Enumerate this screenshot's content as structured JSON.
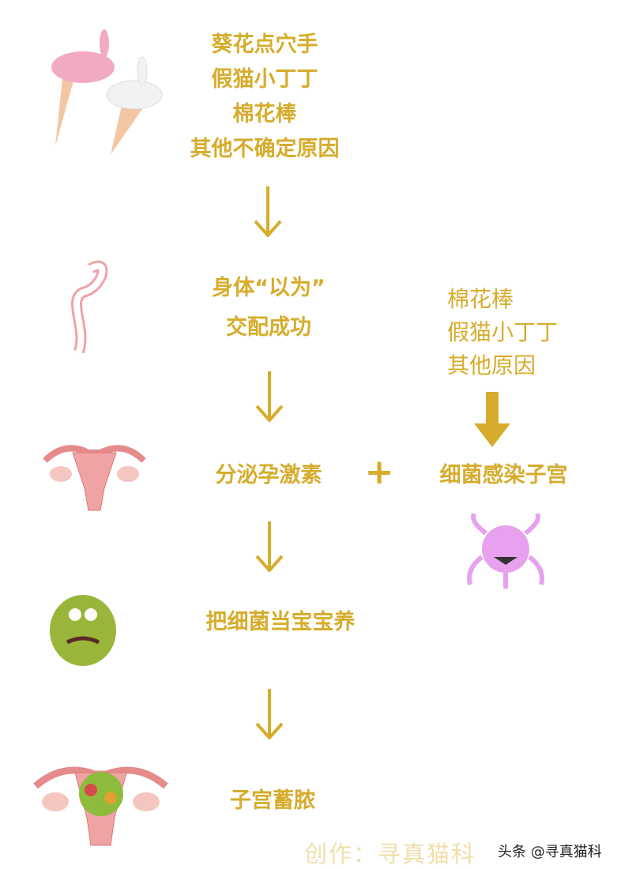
{
  "causes": [
    "葵花点穴手",
    "假猫小丁丁",
    "棉花棒",
    "其他不确定原因"
  ],
  "step2": [
    "身体“以为”",
    "交配成功"
  ],
  "side_causes": [
    "棉花棒",
    "假猫小丁丁",
    "其他原因"
  ],
  "step3": "分泌孕激素",
  "plus": "+",
  "infection": "细菌感染子宫",
  "step4": "把细菌当宝宝养",
  "step5": "子宫蓄脓",
  "watermark": "创作：寻真猫科",
  "credit": "头条 @寻真猫科",
  "colors": {
    "accent": "#d6ac2c"
  }
}
